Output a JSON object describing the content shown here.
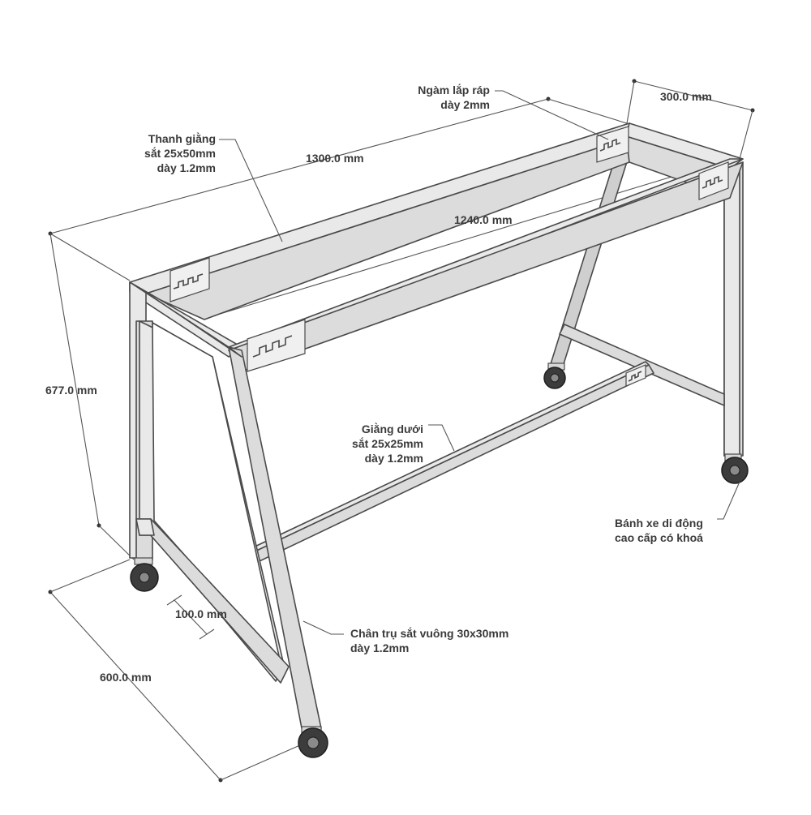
{
  "dimensions": {
    "length_top": "1300.0 mm",
    "width_top": "300.0 mm",
    "inner_length": "1240.0 mm",
    "height": "677.0 mm",
    "base_width": "600.0 mm",
    "leg_offset": "100.0 mm"
  },
  "callouts": {
    "top_rail": [
      "Thanh giằng",
      "sắt 25x50mm",
      "dày 1.2mm"
    ],
    "joint": [
      "Ngàm lắp ráp",
      "dày 2mm"
    ],
    "bottom_brace": [
      "Giằng dưới",
      "sắt 25x25mm",
      "dày 1.2mm"
    ],
    "caster": [
      "Bánh xe di động",
      "cao cấp có khoá"
    ],
    "leg": [
      "Chân trụ sắt vuông 30x30mm",
      "dày 1.2mm"
    ]
  },
  "colors": {
    "frame": "#dcdcdc",
    "outline": "#4a4a4a",
    "wheel": "#3c3c3c"
  }
}
